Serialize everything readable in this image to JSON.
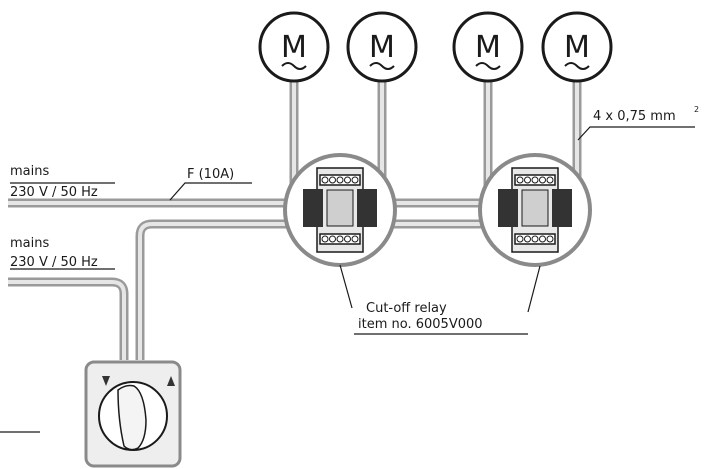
{
  "mains_top": {
    "line1": "mains",
    "line2": "230 V / 50 Hz"
  },
  "mains_bottom": {
    "line1": "mains",
    "line2": "230 V / 50 Hz"
  },
  "fuse": {
    "label": "F (10A)"
  },
  "cable": {
    "label": "4 x 0,75 mm",
    "superscript": "2"
  },
  "relay": {
    "line1": "Cut-off relay",
    "line2": "item no. 6005V000"
  },
  "motors": [
    {
      "letter": "M"
    },
    {
      "letter": "M"
    },
    {
      "letter": "M"
    },
    {
      "letter": "M"
    }
  ],
  "colors": {
    "wire": "#9a9a9a",
    "wire_light": "#d9d9d9",
    "ink": "#1a1a1a"
  }
}
